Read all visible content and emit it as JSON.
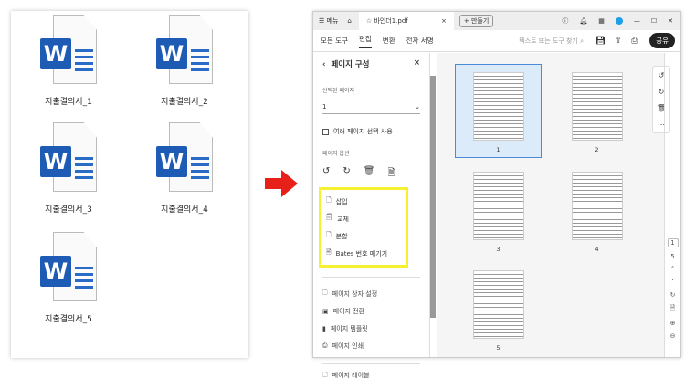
{
  "files": [
    {
      "name": "지출결의서_1"
    },
    {
      "name": "지출결의서_2"
    },
    {
      "name": "지출결의서_3"
    },
    {
      "name": "지출결의서_4"
    },
    {
      "name": "지출결의서_5"
    }
  ],
  "file_icon_letter": "W",
  "app": {
    "menu": "메뉴",
    "tab_title": "바인더1.pdf",
    "new_tab": "+ 만들기",
    "toolbar": {
      "items": [
        "모든 도구",
        "편집",
        "변환",
        "전자 서명"
      ],
      "active": "편집",
      "search_placeholder": "텍스트 또는 도구 찾기",
      "share": "공유"
    },
    "panel": {
      "title": "페이지 구성",
      "selected_label": "선택된 페이지",
      "selected_value": "1",
      "multi_select": "여러 페이지 선택 사용",
      "options_label": "페이지 옵션",
      "highlighted": [
        "삽입",
        "교체",
        "분할",
        "Bates 번호 매기기"
      ],
      "others": [
        "페이지 상자 설정",
        "페이지 전환",
        "페이지 템플릿",
        "페이지 인쇄",
        "페이지 레이블"
      ]
    },
    "pages": [
      "1",
      "2",
      "3",
      "4",
      "5"
    ],
    "page_nav": {
      "current": "1",
      "total": "5"
    }
  },
  "colors": {
    "word_blue": "#1e5bb5",
    "highlight": "#f6f030",
    "arrow": "#e8201a",
    "selected": "#dcebf9"
  }
}
